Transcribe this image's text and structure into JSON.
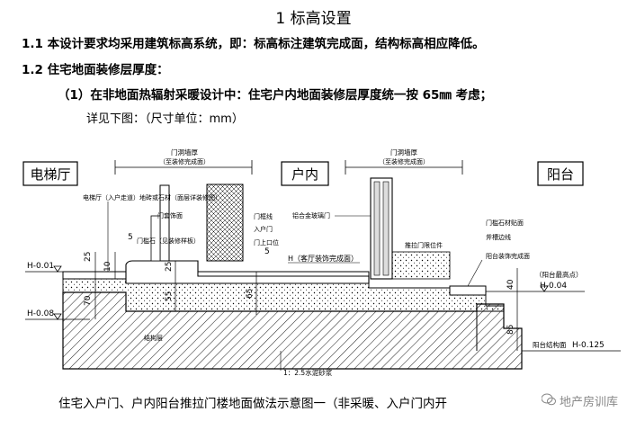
{
  "heading": {
    "title": "1 标高设置",
    "line_1_1": "1.1 本设计要求均采用建筑标高系统，即：标高标注建筑完成面，结构标高相应降低。",
    "line_1_2": "1.2 住宅地面装修层厚度：",
    "line_1_2_1": "（1）在非地面热辐射采暖设计中：住宅户内地面装修层厚度统一按 65㎜ 考虑；",
    "line_note": "详见下图：（尺寸单位：mm）"
  },
  "drawing": {
    "zones": {
      "left": "电梯厅",
      "middle": "户内",
      "right": "阳台"
    },
    "top_labels": {
      "door_wall_left": "门洞墙厚",
      "door_wall_left_sub": "（至装修完成面）",
      "door_wall_right": "门洞墙厚",
      "door_wall_right_sub": "（至装修完成面）"
    },
    "annotations": {
      "hall_floor": "电梯厅（入户走道）地砖或石材（面层详装修图）",
      "door_cover": "门套饰面",
      "threshold": "门槛石（见装修样板）",
      "door_frame": "门框线",
      "door_top": "门上口位",
      "door_leaf": "入户门",
      "room_floor": "H（客厅装饰完成面）",
      "alu_door": "铝合金玻璃门",
      "slide_rail": "推拉门限位件",
      "sill_stone": "门槛石材贴面",
      "slope": "斧槽边线",
      "balcony_floor": "阳台装饰完成面",
      "balcony_high": "（阳台最高点）",
      "balcony_struct": "阳台结构面",
      "structure": "结构层",
      "mortar": "1：2.5水泥砂浆"
    },
    "levels": {
      "h_hall": "H-0.01",
      "h_hall_struct": "H-0.08",
      "h_balcony": "H-0.04",
      "h_balcony_struct": "H-0.125"
    },
    "dims": {
      "d25": "25",
      "d10": "10",
      "d70": "70",
      "d5": "5",
      "d25b": "25",
      "d55": "55",
      "d65": "65",
      "d5b": "5",
      "d40": "40",
      "d85": "85"
    }
  },
  "caption": "住宅入户门、户内阳台推拉门楼地面做法示意图一（非采暖、入户门内开",
  "watermark": "地产房训库"
}
